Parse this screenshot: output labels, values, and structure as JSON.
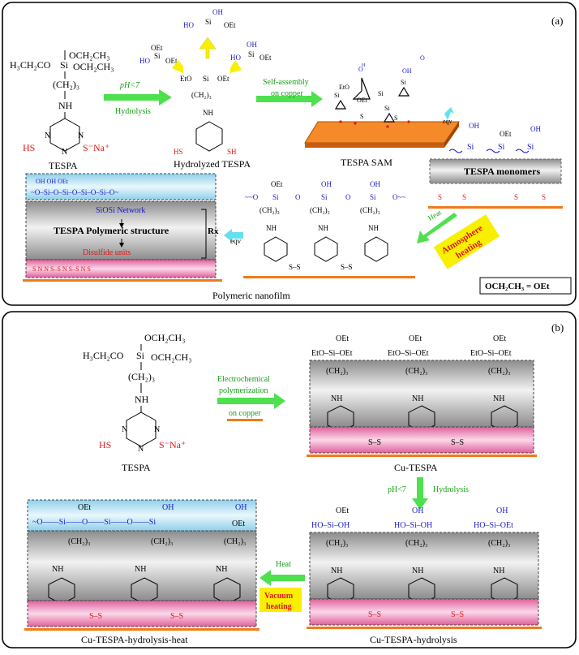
{
  "panel_a": {
    "label": "(a)",
    "tespa": {
      "oet1": "OCH₂CH₃",
      "etO": "H₃CH₂CO",
      "si": "Si",
      "oet2": "OCH₂CH₃",
      "chain": "(CH₂)₃",
      "nh": "NH",
      "hs": "HS",
      "sna": "S⁻Na⁺",
      "name": "TESPA"
    },
    "step1": {
      "top": "pH<7",
      "bottom": "Hydrolysis"
    },
    "hydrolyzed": {
      "name": "Hydrolyzed TESPA",
      "oh": "OH",
      "oet": "OEt",
      "si": "Si",
      "ho": "HO",
      "eto": "EtO",
      "chain": "(CH₂)₃",
      "nh": "NH",
      "sh": "SH",
      "hs": "HS"
    },
    "step2": {
      "top": "Self-assembly",
      "bottom": "on copper"
    },
    "sam": {
      "name": "TESPA SAM",
      "eqv": "eqv"
    },
    "monomers": {
      "label": "TESPA monomers",
      "oh": "OH",
      "oet": "OEt",
      "si": "Si",
      "s": "S"
    },
    "heat": {
      "top": "Heat",
      "box1": "Atmosphere",
      "box2": "heating"
    },
    "network": {
      "si": "Si",
      "o": "O",
      "oet": "OEt",
      "oh": "OH",
      "chain": "(CH₂)₃",
      "nh": "NH",
      "s": "S",
      "n": "N"
    },
    "schematic": {
      "network_label": "SiOSi Network",
      "structure": "TESPA Polymeric structure",
      "disulfide": "Disulfide units",
      "rx": "Rx",
      "eqv": "eqv",
      "s": "S",
      "n": "N"
    },
    "caption": "Polymeric nanofilm",
    "legend": "OCH₂CH₃ = OEt"
  },
  "panel_b": {
    "label": "(b)",
    "tespa": {
      "oet1": "OCH₂CH₃",
      "etO": "H₃CH₂CO",
      "si": "Si",
      "oet2": "OCH₂CH₃",
      "chain": "(CH₂)₃",
      "nh": "NH",
      "hs": "HS",
      "sna": "S⁻Na⁺",
      "name": "TESPA"
    },
    "step1": {
      "l1": "Electrochemical",
      "l2": "polymerization",
      "l3": "on copper"
    },
    "cu_tespa": {
      "name": "Cu-TESPA",
      "top": "EtO–Si–OEt",
      "oet": "OEt"
    },
    "step2": {
      "left": "pH<7",
      "right": "Hydrolysis"
    },
    "hydro": {
      "name": "Cu-TESPA-hydrolysis",
      "m1_oet": "OEt",
      "m1": "HO–Si–OH",
      "m2_oh": "OH",
      "m2": "HO–Si–OH",
      "m3_oh": "OH",
      "m3": "HO–Si–OEt"
    },
    "step3": {
      "top": "Heat",
      "box1": "Vacuum",
      "box2": "heating"
    },
    "heated": {
      "name": "Cu-TESPA-hydrolysis-heat",
      "oet": "OEt",
      "oh": "OH",
      "si": "Si",
      "o": "O",
      "end": "OEt"
    },
    "common": {
      "chain": "(CH₂)₃",
      "nh": "NH",
      "n": "N",
      "s": "S"
    }
  },
  "colors": {
    "arrow_green": "#4ee04e",
    "copper": "#f07a1a",
    "blue_text": "#1a1ad0",
    "red_text": "#e01818",
    "yellow_box": "#f8f000",
    "pink": "#f4a0c8",
    "grey": "#b8b8b8",
    "light_blue": "#bfe4f2"
  }
}
